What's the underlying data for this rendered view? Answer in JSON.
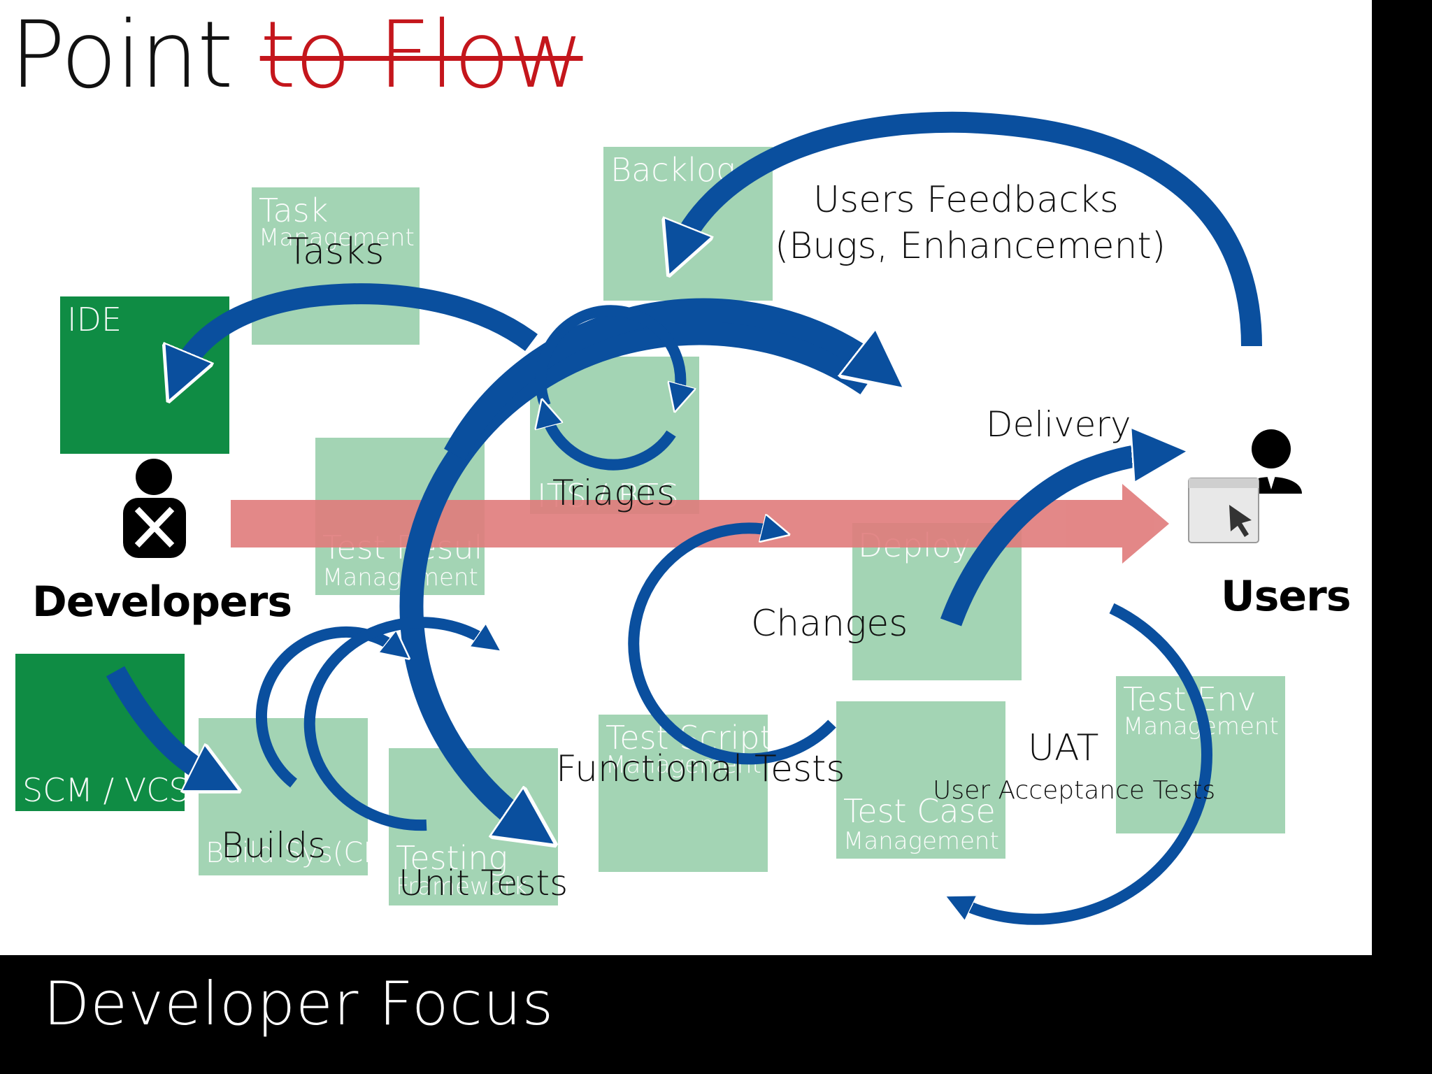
{
  "title": {
    "point": "Point",
    "struck": "to Flow"
  },
  "footer": "Developer Focus",
  "boxes": {
    "backlog": {
      "title": "Backlog"
    },
    "task": {
      "title": "Task",
      "sub": "Management"
    },
    "ide": {
      "title": "IDE"
    },
    "its": {
      "title": "ITS / BTS"
    },
    "test_result": {
      "title": "Test Result",
      "sub": "Management"
    },
    "deploy": {
      "title": "Deploy"
    },
    "scm": {
      "title": "SCM / VCS"
    },
    "build": {
      "title": "Build Sys(CI)"
    },
    "testing": {
      "title": "Testing",
      "sub": "Framework"
    },
    "test_script": {
      "title": "Test Script",
      "sub": "Management"
    },
    "test_case": {
      "title": "Test Case",
      "sub": "Management"
    },
    "test_env": {
      "title": "Test Env",
      "sub": "Management"
    }
  },
  "labels": {
    "users_feedbacks": "Users Feedbacks",
    "bugs_enhancement": "(Bugs, Enhancement)",
    "tasks": "Tasks",
    "triages": "Triages",
    "delivery": "Delivery",
    "changes": "Changes",
    "uat": "UAT",
    "uat_full": "User Acceptance Tests",
    "functional_tests": "Functional Tests",
    "builds": "Builds",
    "unit_tests": "Unit Tests"
  },
  "actors": {
    "developers": "Developers",
    "users": "Users"
  },
  "colors": {
    "flow_blue": "#0a4f9e",
    "box_light": "#a3d4b4",
    "box_dark": "#0f8c44",
    "arrow_red": "#e07b7b",
    "strike_red": "#c4161c"
  }
}
